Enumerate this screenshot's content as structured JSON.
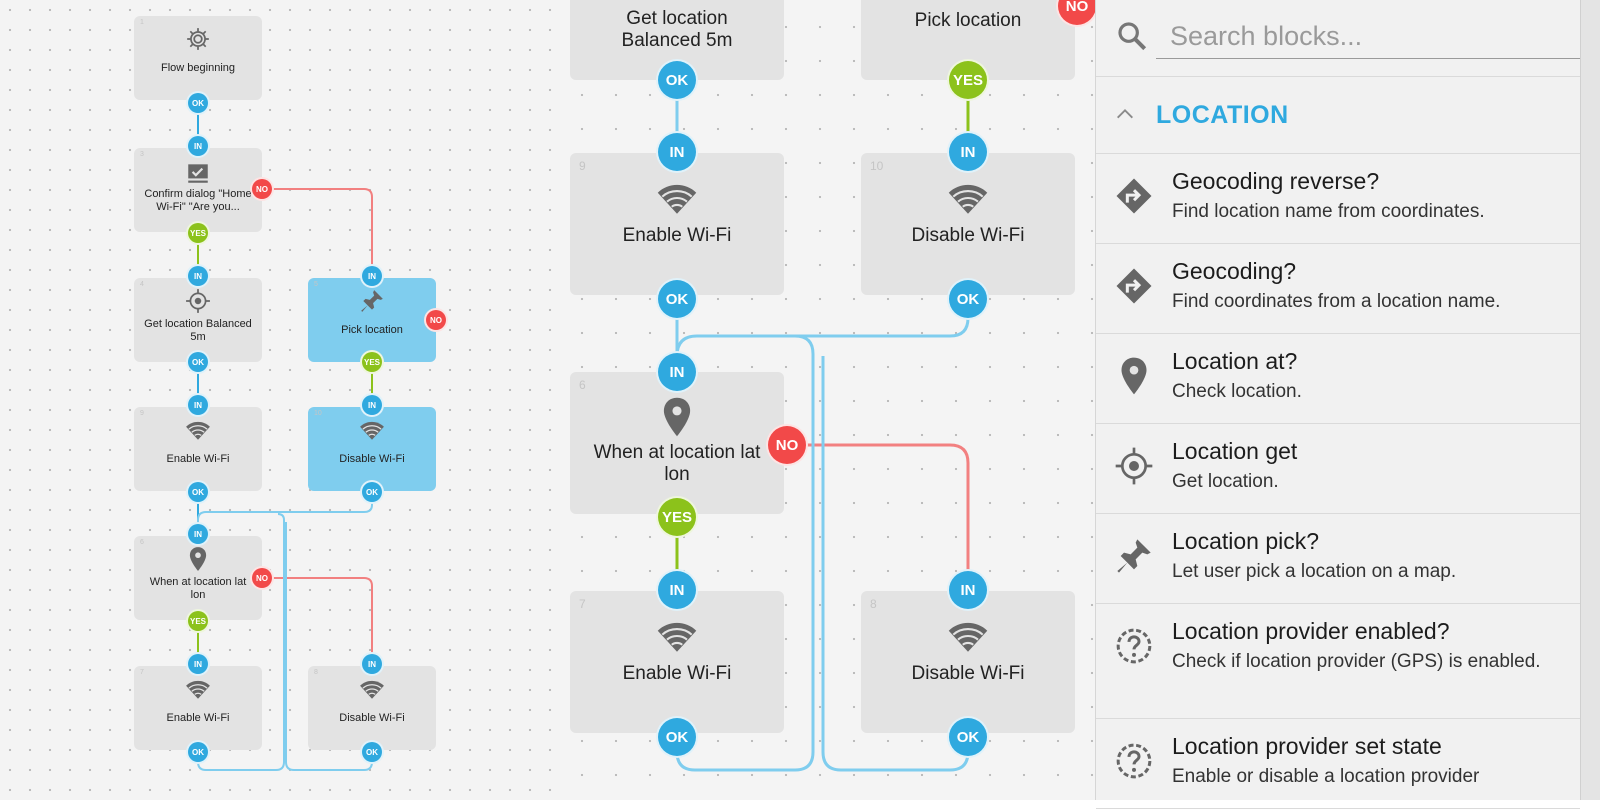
{
  "colors": {
    "in_ok": "#2fa9df",
    "yes": "#8cc21b",
    "no": "#f24949",
    "selected_block": "#7fcdee",
    "accent": "#2fa9df"
  },
  "ports": {
    "in": "IN",
    "ok": "OK",
    "yes": "YES",
    "no": "NO"
  },
  "overview": {
    "blocks": [
      {
        "num": "1",
        "title": "Flow beginning",
        "icon": "gear-icon"
      },
      {
        "num": "3",
        "title": "Confirm dialog \"Home Wi-Fi\" \"Are you...",
        "icon": "dialog-icon"
      },
      {
        "num": "4",
        "title": "Get location Balanced 5m",
        "icon": "crosshair-icon"
      },
      {
        "num": "5",
        "title": "Pick location",
        "icon": "pin-icon"
      },
      {
        "num": "9",
        "title": "Enable Wi-Fi",
        "icon": "wifi-icon"
      },
      {
        "num": "10",
        "title": "Disable Wi-Fi",
        "icon": "wifi-icon"
      },
      {
        "num": "6",
        "title": "When at location lat lon",
        "icon": "location-marker-icon"
      },
      {
        "num": "7",
        "title": "Enable Wi-Fi",
        "icon": "wifi-icon"
      },
      {
        "num": "8",
        "title": "Disable Wi-Fi",
        "icon": "wifi-icon"
      }
    ]
  },
  "zoomed": {
    "blocks": [
      {
        "num": "",
        "title": "Get location Balanced 5m"
      },
      {
        "num": "",
        "title": "Pick location"
      },
      {
        "num": "9",
        "title": "Enable Wi-Fi",
        "icon": "wifi-icon"
      },
      {
        "num": "10",
        "title": "Disable Wi-Fi",
        "icon": "wifi-icon"
      },
      {
        "num": "6",
        "title": "When at location lat lon",
        "icon": "location-marker-icon"
      },
      {
        "num": "7",
        "title": "Enable Wi-Fi",
        "icon": "wifi-icon"
      },
      {
        "num": "8",
        "title": "Disable Wi-Fi",
        "icon": "wifi-icon"
      }
    ]
  },
  "panel": {
    "search_placeholder": "Search blocks...",
    "category": "LOCATION",
    "items": [
      {
        "name": "Geocoding reverse?",
        "desc": "Find location name from coordinates.",
        "icon": "directions-icon"
      },
      {
        "name": "Geocoding?",
        "desc": "Find coordinates from a location name.",
        "icon": "directions-icon"
      },
      {
        "name": "Location at?",
        "desc": "Check location.",
        "icon": "location-marker-icon"
      },
      {
        "name": "Location get",
        "desc": "Get location.",
        "icon": "crosshair-icon"
      },
      {
        "name": "Location pick?",
        "desc": "Let user pick a location on a map.",
        "icon": "pin-icon"
      },
      {
        "name": "Location provider enabled?",
        "desc": "Check if location provider (GPS) is enabled.",
        "icon": "help-circle-icon"
      },
      {
        "name": "Location provider set state",
        "desc": "Enable or disable a location provider",
        "icon": "help-circle-icon"
      }
    ]
  }
}
